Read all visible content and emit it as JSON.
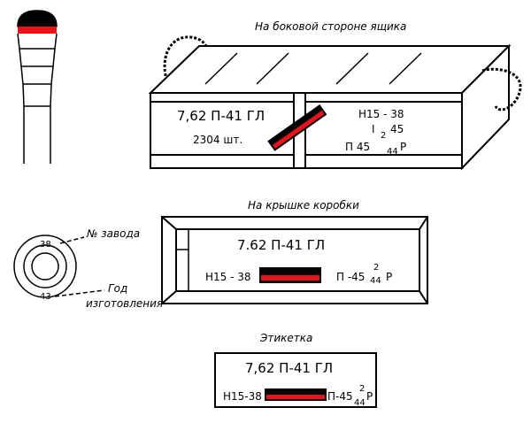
{
  "colors": {
    "ink": "#000000",
    "stripe_red": "#e8141b",
    "paper": "#ffffff"
  },
  "side": {
    "caption": "На боковой стороне ящика",
    "caliber_type": "7,62  П-41 ГЛ",
    "count": "2304 шт.",
    "lot_line": "Н15 - 38",
    "roman": "I",
    "roman_num": "45",
    "roman_sup": "2",
    "powder_prefix": "П  45",
    "powder_sub": "44",
    "powder_suffix": "Р"
  },
  "lid": {
    "caption": "На крышке коробки",
    "caliber_type": "7.62  П-41  ГЛ",
    "lot_line": "Н15 - 38",
    "powder_prefix": "П -45",
    "powder_sup": "2",
    "powder_sub": "44",
    "powder_suffix": "Р"
  },
  "base": {
    "factory_num": "38",
    "year": "43",
    "factory_label": "№ завода",
    "year_label_1": "Год",
    "year_label_2": "изготовления"
  },
  "label": {
    "caption": "Этикетка",
    "caliber_type": "7,62  П-41  ГЛ",
    "lot_line": "Н15-38",
    "powder_prefix": "П-45",
    "powder_sup": "2",
    "powder_sub": "44",
    "powder_suffix": "Р"
  }
}
